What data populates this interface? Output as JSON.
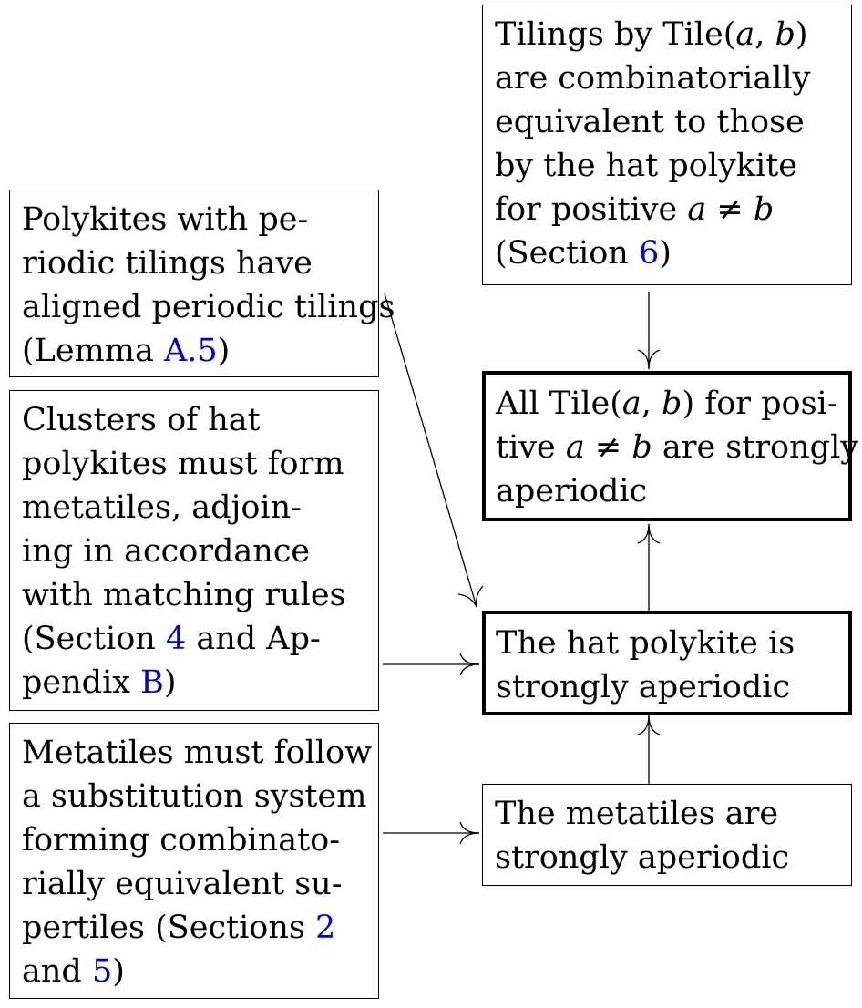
{
  "boxes": {
    "tilings": {
      "lines": [
        [
          {
            "t": "Tilings by "
          },
          {
            "t": "Tile",
            "c": "rm"
          },
          {
            "t": "(",
            "c": "rm"
          },
          {
            "t": "a",
            "c": "m"
          },
          {
            "t": ", ",
            "c": "rm"
          },
          {
            "t": "b",
            "c": "m"
          },
          {
            "t": ")",
            "c": "rm"
          }
        ],
        [
          {
            "t": "are combinatorially"
          }
        ],
        [
          {
            "t": "equivalent to those"
          }
        ],
        [
          {
            "t": "by the hat polykite"
          }
        ],
        [
          {
            "t": "for positive "
          },
          {
            "t": "a",
            "c": "m"
          },
          {
            "t": " ≠ ",
            "c": "rm"
          },
          {
            "t": "b",
            "c": "m"
          }
        ],
        [
          {
            "t": "(Section "
          },
          {
            "t": "6",
            "c": "ref"
          },
          {
            "t": ")"
          }
        ]
      ]
    },
    "polykites": {
      "lines": [
        [
          {
            "t": "Polykites with pe-"
          }
        ],
        [
          {
            "t": "riodic tilings have"
          }
        ],
        [
          {
            "t": "aligned periodic tilings"
          }
        ],
        [
          {
            "t": "(Lemma "
          },
          {
            "t": "A.5",
            "c": "ref"
          },
          {
            "t": ")"
          }
        ]
      ]
    },
    "clusters": {
      "lines": [
        [
          {
            "t": "Clusters of hat"
          }
        ],
        [
          {
            "t": "polykites must form"
          }
        ],
        [
          {
            "t": "metatiles, adjoin-"
          }
        ],
        [
          {
            "t": "ing in accordance"
          }
        ],
        [
          {
            "t": "with matching rules"
          }
        ],
        [
          {
            "t": "(Section "
          },
          {
            "t": "4",
            "c": "ref"
          },
          {
            "t": " and Ap-"
          }
        ],
        [
          {
            "t": "pendix "
          },
          {
            "t": "B",
            "c": "ref"
          },
          {
            "t": ")"
          }
        ]
      ]
    },
    "metatiles_follow": {
      "lines": [
        [
          {
            "t": "Metatiles must follow"
          }
        ],
        [
          {
            "t": "a substitution system"
          }
        ],
        [
          {
            "t": "forming combinato-"
          }
        ],
        [
          {
            "t": "rially equivalent su-"
          }
        ],
        [
          {
            "t": "pertiles (Sections "
          },
          {
            "t": "2",
            "c": "ref"
          }
        ],
        [
          {
            "t": "and "
          },
          {
            "t": "5",
            "c": "ref"
          },
          {
            "t": ")"
          }
        ]
      ]
    },
    "all_tile": {
      "lines": [
        [
          {
            "t": "All "
          },
          {
            "t": "Tile",
            "c": "rm"
          },
          {
            "t": "(",
            "c": "rm"
          },
          {
            "t": "a",
            "c": "m"
          },
          {
            "t": ", ",
            "c": "rm"
          },
          {
            "t": "b",
            "c": "m"
          },
          {
            "t": ")",
            "c": "rm"
          },
          {
            "t": " for posi-"
          }
        ],
        [
          {
            "t": "tive "
          },
          {
            "t": "a",
            "c": "m"
          },
          {
            "t": " ≠ ",
            "c": "rm"
          },
          {
            "t": "b",
            "c": "m"
          },
          {
            "t": " are strongly"
          }
        ],
        [
          {
            "t": "aperiodic"
          }
        ]
      ]
    },
    "hat": {
      "lines": [
        [
          {
            "t": "The hat polykite is"
          }
        ],
        [
          {
            "t": "strongly aperiodic"
          }
        ]
      ]
    },
    "metatiles_aperiodic": {
      "lines": [
        [
          {
            "t": "The metatiles are"
          }
        ],
        [
          {
            "t": "strongly aperiodic"
          }
        ]
      ]
    }
  },
  "colors": {
    "border": "#000000",
    "reference_link": "#0000cc"
  }
}
